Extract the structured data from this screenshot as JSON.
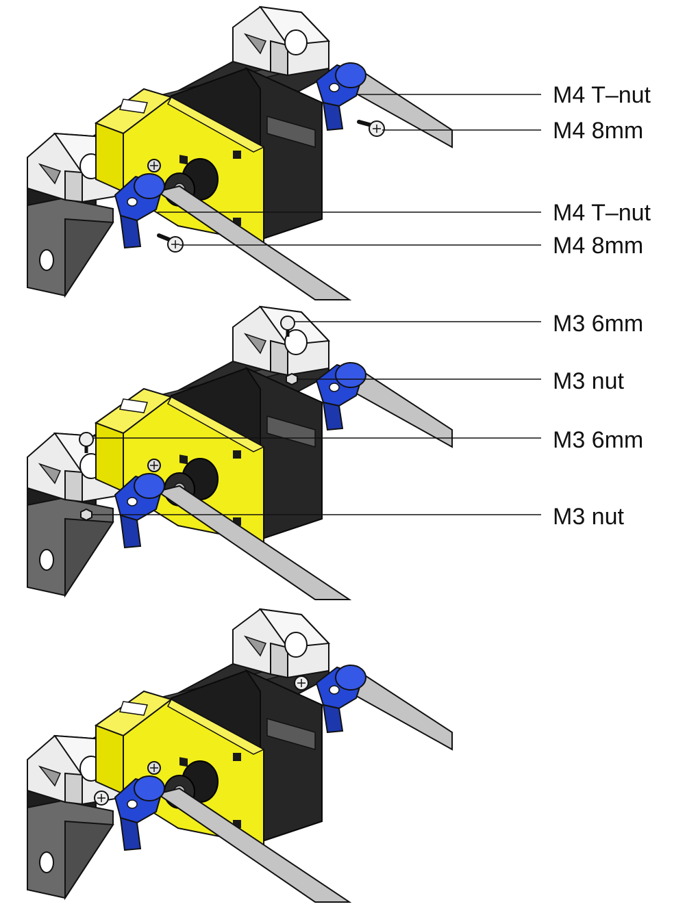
{
  "diagram": {
    "panels": [
      {
        "id": "step-1",
        "callouts": [
          {
            "label": "M4 T–nut"
          },
          {
            "label": "M4 8mm"
          },
          {
            "label": "M4 T–nut"
          },
          {
            "label": "M4 8mm"
          }
        ]
      },
      {
        "id": "step-2",
        "callouts": [
          {
            "label": "M3 6mm"
          },
          {
            "label": "M3 nut"
          },
          {
            "label": "M3 6mm"
          },
          {
            "label": "M3 nut"
          }
        ]
      },
      {
        "id": "step-3",
        "callouts": []
      }
    ],
    "colors": {
      "bracket": "#f2ee1a",
      "clamp": "#2447d6",
      "motor": "#1c1c1c",
      "extrusion": "#2a2a2a",
      "rod": "#c4c4c4",
      "block": "#e9e9e9",
      "bracket_bottom": "#5b5b5b"
    }
  }
}
